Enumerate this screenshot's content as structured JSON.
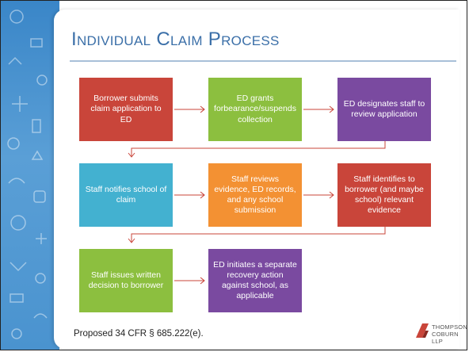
{
  "slide": {
    "title": "Individual Claim Process",
    "footer": "Proposed 34 CFR § 685.222(e).",
    "logo": {
      "line1": "THOMPSON",
      "line2": "COBURN LLP"
    }
  },
  "steps": [
    {
      "text": "Borrower submits claim application to ED",
      "color": "#c9453a"
    },
    {
      "text": "ED grants forbearance/suspends collection",
      "color": "#8cbf3f"
    },
    {
      "text": "ED designates staff to review application",
      "color": "#7a4aa0"
    },
    {
      "text": "Staff notifies school of claim",
      "color": "#43b1d0"
    },
    {
      "text": "Staff reviews evidence, ED records, and any school submission",
      "color": "#f39133"
    },
    {
      "text": "Staff identifies to borrower (and maybe school) relevant evidence",
      "color": "#c9453a"
    },
    {
      "text": "Staff issues written decision to borrower",
      "color": "#8cbf3f"
    },
    {
      "text": "ED initiates a separate recovery action against school, as applicable",
      "color": "#7a4aa0"
    }
  ],
  "arrow_color": "#c9453a"
}
